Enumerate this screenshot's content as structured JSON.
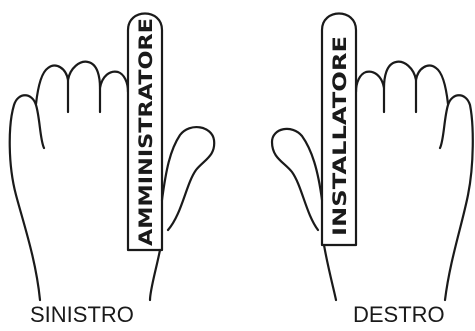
{
  "left_hand": {
    "finger_label": "AMMINISTRATORE",
    "caption": "SINISTRO"
  },
  "right_hand": {
    "finger_label": "INSTALLATORE",
    "caption": "DESTRO"
  },
  "colors": {
    "ink": "#1a1a1a",
    "background": "#ffffff"
  }
}
